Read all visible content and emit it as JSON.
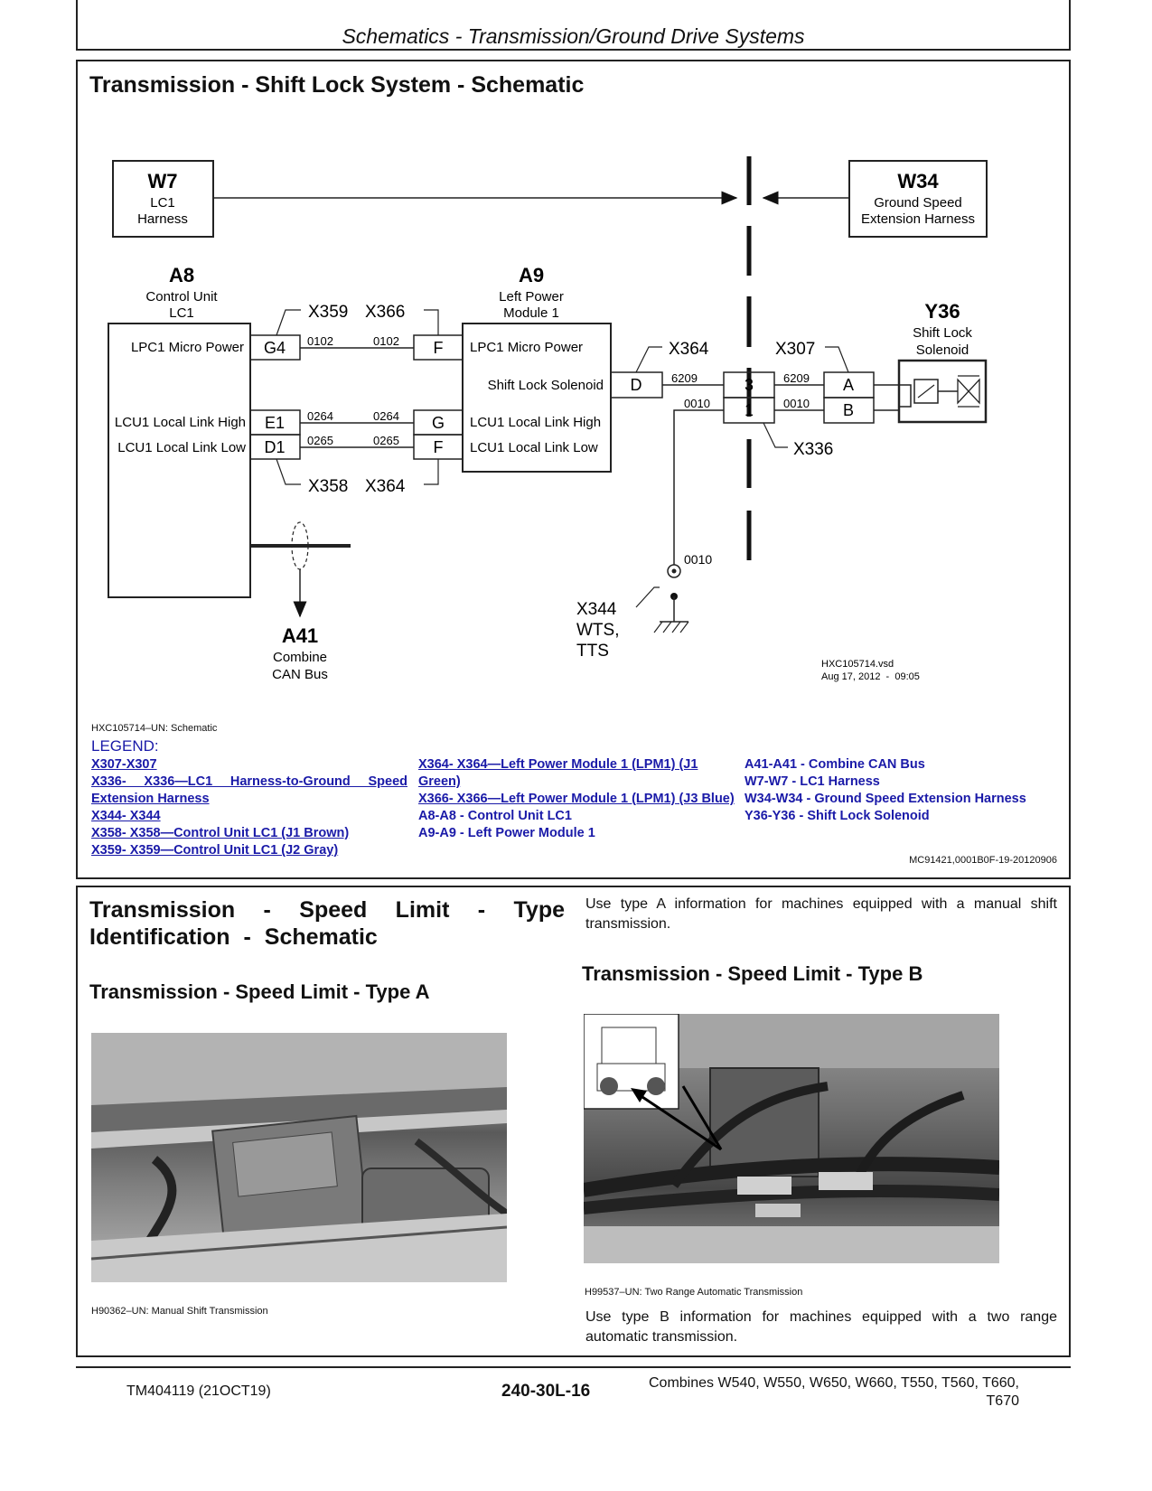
{
  "header": {
    "title": "Schematics - Transmission/Ground Drive Systems"
  },
  "schematic": {
    "title": "Transmission - Shift Lock System - Schematic",
    "w7": {
      "id": "W7",
      "line1": "LC1",
      "line2": "Harness"
    },
    "w34": {
      "id": "W34",
      "line1": "Ground Speed",
      "line2": "Extension Harness"
    },
    "a8": {
      "id": "A8",
      "line1": "Control Unit",
      "line2": "LC1",
      "pin1": "LPC1 Micro Power",
      "pin2": "LCU1 Local Link High",
      "pin3": "LCU1 Local Link Low"
    },
    "a9": {
      "id": "A9",
      "line1": "Left Power",
      "line2": "Module 1",
      "pin1": "LPC1 Micro Power",
      "pin2": "Shift Lock Solenoid",
      "pin3": "LCU1 Local Link High",
      "pin4": "LCU1 Local Link Low"
    },
    "y36": {
      "id": "Y36",
      "line1": "Shift Lock",
      "line2": "Solenoid"
    },
    "a41": {
      "id": "A41",
      "line1": "Combine",
      "line2": "CAN Bus"
    },
    "x344": {
      "line1": "X344",
      "line2": "WTS,",
      "line3": "TTS"
    },
    "connectors": {
      "x359": "X359",
      "x366": "X366",
      "x358": "X358",
      "x364a": "X364",
      "x364b": "X364",
      "x307": "X307",
      "x336": "X336"
    },
    "pins": {
      "g4": "G4",
      "e1": "E1",
      "d1": "D1",
      "f1": "F",
      "g": "G",
      "f2": "F",
      "d": "D",
      "p3": "3",
      "p1": "1",
      "a": "A",
      "b": "B"
    },
    "wires": {
      "w0102a": "0102",
      "w0102b": "0102",
      "w0264a": "0264",
      "w0264b": "0264",
      "w0265a": "0265",
      "w0265b": "0265",
      "w6209a": "6209",
      "w6209b": "6209",
      "w0010a": "0010",
      "w0010b": "0010",
      "w0010c": "0010"
    },
    "file_name": "HXC105714.vsd",
    "file_date": "Aug 17, 2012  -  09:05",
    "caption": "HXC105714–UN: Schematic"
  },
  "legend": {
    "heading": "LEGEND:",
    "col1": [
      "X307-X307",
      "X336- X336—LC1 Harness-to-Ground Speed Extension Harness",
      "X344- X344",
      "X358- X358—Control Unit LC1 (J1 Brown)",
      "X359- X359—Control Unit LC1 (J2 Gray)"
    ],
    "col2": [
      "X364- X364—Left Power Module 1 (LPM1) (J1 Green)",
      "X366- X366—Left Power Module 1 (LPM1) (J3 Blue)",
      "A8-A8 - Control Unit LC1",
      "A9-A9 - Left Power Module 1"
    ],
    "col3": [
      "A41-A41 - Combine CAN Bus",
      "W7-W7 - LC1 Harness",
      "W34-W34 - Ground Speed Extension Harness",
      "Y36-Y36 - Shift Lock Solenoid"
    ],
    "ref": "MC91421,0001B0F-19-20120906"
  },
  "speed_limit": {
    "title": "Transmission - Speed Limit - Type Identification - Schematic",
    "intro": "Use type A information for machines equipped with a manual shift transmission.",
    "type_a_title": "Transmission - Speed Limit - Type A",
    "type_a_caption": "H90362–UN: Manual Shift Transmission",
    "type_b_title": "Transmission - Speed Limit - Type B",
    "type_b_caption": "H99537–UN: Two Range Automatic Transmission",
    "outro": "Use type B information for machines equipped with a two range automatic transmission."
  },
  "footer": {
    "doc": "TM404119 (21OCT19)",
    "page": "240-30L-16",
    "models_line1": "Combines W540, W550, W650, W660, T550, T560, T660,",
    "models_line2": "T670"
  }
}
